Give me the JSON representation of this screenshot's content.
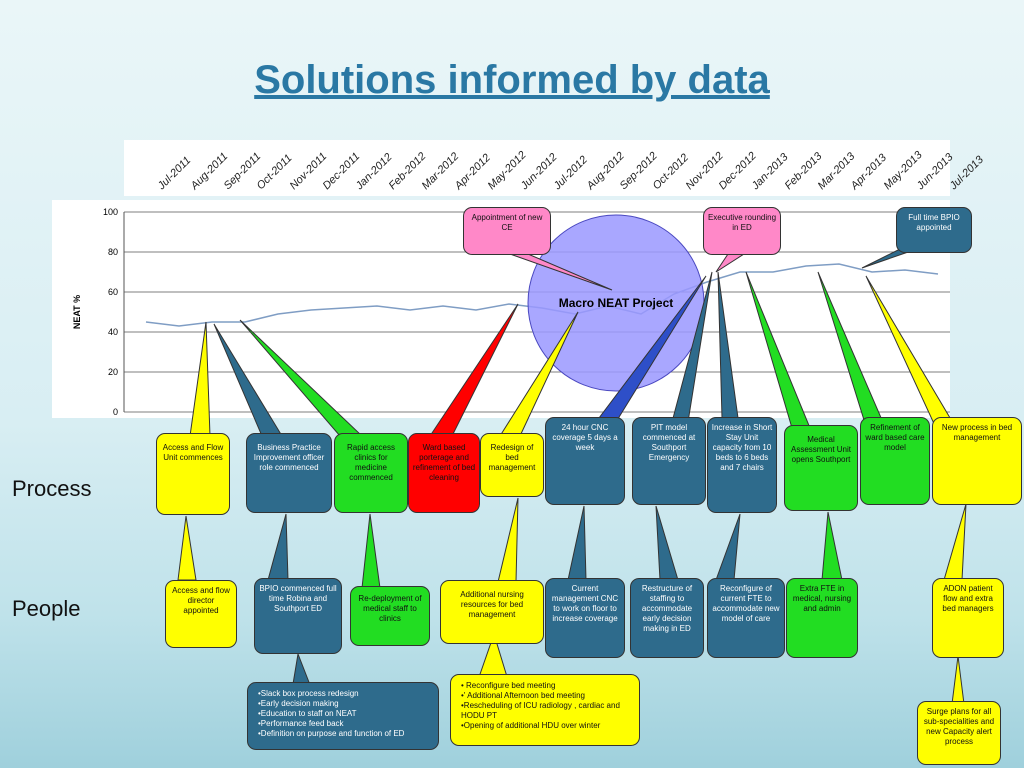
{
  "title": "Solutions informed by data",
  "rows": {
    "process": "Process",
    "people": "People"
  },
  "chart_data": {
    "type": "line",
    "ylabel": "NEAT %",
    "ylim": [
      0,
      100
    ],
    "yticks": [
      0,
      20,
      40,
      60,
      80,
      100
    ],
    "categories": [
      "Jul-2011",
      "Aug-2011",
      "Sep-2011",
      "Oct-2011",
      "Nov-2011",
      "Dec-2011",
      "Jan-2012",
      "Feb-2012",
      "Mar-2012",
      "Apr-2012",
      "May-2012",
      "Jun-2012",
      "Jul-2012",
      "Aug-2012",
      "Sep-2012",
      "Oct-2012",
      "Nov-2012",
      "Dec-2012",
      "Jan-2013",
      "Feb-2013",
      "Mar-2013",
      "Apr-2013",
      "May-2013",
      "Jun-2013",
      "Jul-2013"
    ],
    "values": [
      45,
      43,
      45,
      45,
      49,
      51,
      52,
      53,
      51,
      53,
      51,
      54,
      52,
      49,
      53,
      49,
      59,
      65,
      70,
      70,
      73,
      74,
      70,
      71,
      69
    ],
    "line_color": "#7f9dc4",
    "annotation": "Macro NEAT Project"
  },
  "callouts": {
    "ce": "Appointment of new CE",
    "exec": "Executive rounding in ED",
    "bpio_ft": "Full time BPIO appointed"
  },
  "process": {
    "p1": "Access and Flow Unit commences",
    "p2": "Business Practice Improvement officer role commenced",
    "p3": "Rapid access clinics for medicine commenced",
    "p4": "Ward based porterage and refinement of bed cleaning",
    "p5": "Redesign of bed management",
    "p6": "24 hour CNC coverage 5 days a week",
    "p7": "PIT model commenced at Southport Emergency",
    "p8": "Increase in Short Stay Unit capacity from 10 beds to 6 beds and 7 chairs",
    "p9": "Medical Assessment Unit opens Southport",
    "p10": "Refinement of ward based care model",
    "p11": "New process in bed management"
  },
  "people": {
    "q1": "Access and flow director appointed",
    "q2": "BPIO commenced full time Robina and Southport ED",
    "q3": "Re-deployment of medical staff to clinics",
    "q4": "Additional nursing resources for bed management",
    "q5": "Current management CNC to work on floor to increase coverage",
    "q6": "Restructure of staffing to accommodate early decision making in ED",
    "q7": "Reconfigure of current FTE to accommodate new model of care",
    "q8": "Extra FTE in medical, nursing and admin",
    "q9": "ADON patient flow and extra bed managers"
  },
  "details": {
    "bpio_list": [
      "•Slack box process redesign",
      "•Early decision making",
      "•Education to staff on NEAT",
      "•Performance feed back",
      "•Definition on purpose and function of ED"
    ],
    "bed_list": [
      "• Reconfigure bed meeting",
      "•' Additional Afternoon bed meeting",
      "•Rescheduling of ICU radiology , cardiac and HODU PT",
      "•Opening of additional HDU over winter"
    ],
    "surge": "Surge plans for all sub-specialities and new Capacity alert process"
  }
}
